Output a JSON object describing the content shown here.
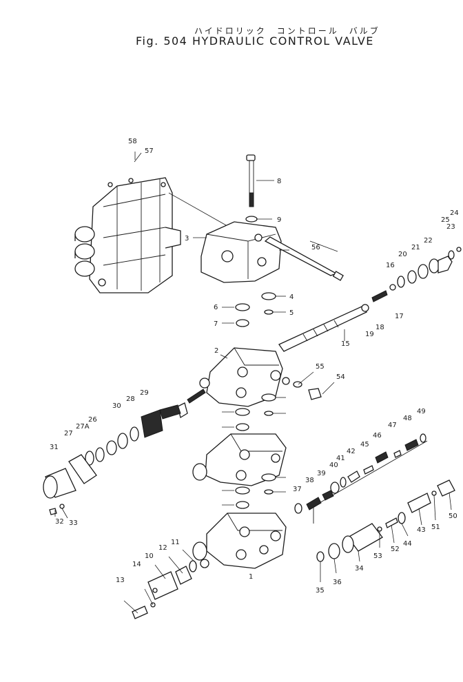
{
  "title_jp": "ハイドロリック　コントロール　バルブ",
  "title_en": "Fig. 504  HYDRAULIC CONTROL VALVE",
  "callouts": [
    "1",
    "2",
    "3",
    "4",
    "5",
    "6",
    "7",
    "8",
    "9",
    "10",
    "11",
    "12",
    "13",
    "14",
    "15",
    "16",
    "17",
    "18",
    "19",
    "20",
    "21",
    "22",
    "23",
    "24",
    "25",
    "26",
    "27",
    "27A",
    "28",
    "29",
    "30",
    "31",
    "32",
    "33",
    "34",
    "35",
    "36",
    "37",
    "38",
    "39",
    "40",
    "41",
    "42",
    "43",
    "44",
    "45",
    "46",
    "47",
    "48",
    "49",
    "50",
    "51",
    "52",
    "53",
    "54",
    "55",
    "56",
    "57",
    "58"
  ]
}
